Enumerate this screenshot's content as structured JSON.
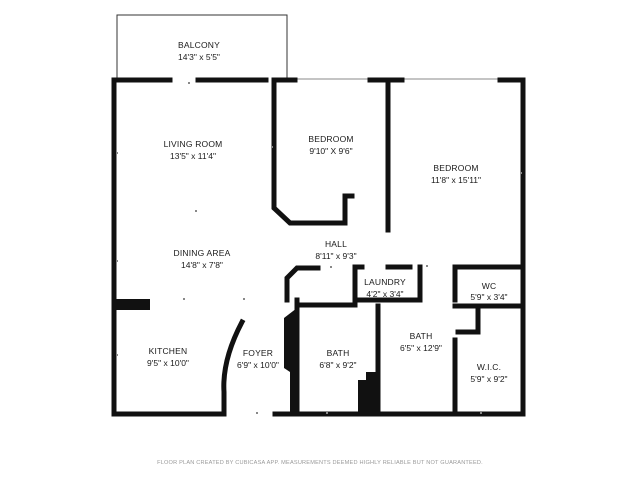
{
  "rooms": [
    {
      "id": "balcony",
      "name": "BALCONY",
      "dims": "14'3\" x 5'5\""
    },
    {
      "id": "living",
      "name": "LIVING ROOM",
      "dims": "13'5\" x 11'4\""
    },
    {
      "id": "bedroom1",
      "name": "BEDROOM",
      "dims": "9'10\" X 9'6\""
    },
    {
      "id": "bedroom2",
      "name": "BEDROOM",
      "dims": "11'8\" x 15'11\""
    },
    {
      "id": "dining",
      "name": "DINING AREA",
      "dims": "14'8\" x 7'8\""
    },
    {
      "id": "hall",
      "name": "HALL",
      "dims": "8'11\" x 9'3\""
    },
    {
      "id": "laundry",
      "name": "LAUNDRY",
      "dims": "4'2\" x 3'4\""
    },
    {
      "id": "wc",
      "name": "WC",
      "dims": "5'9\" x 3'4\""
    },
    {
      "id": "bath2",
      "name": "BATH",
      "dims": "6'5\" x 12'9\""
    },
    {
      "id": "kitchen",
      "name": "KITCHEN",
      "dims": "9'5\" x 10'0\""
    },
    {
      "id": "foyer",
      "name": "FOYER",
      "dims": "6'9\" x 10'0\""
    },
    {
      "id": "bath1",
      "name": "BATH",
      "dims": "6'8\" x 9'2\""
    },
    {
      "id": "wic",
      "name": "W.I.C.",
      "dims": "5'9\" x 9'2\""
    }
  ],
  "footer": "FLOOR PLAN CREATED BY CUBICASA APP. MEASUREMENTS DEEMED HIGHLY RELIABLE BUT NOT GUARANTEED.",
  "colors": {
    "wall": "#111111",
    "window": "#bdbdbd",
    "text": "#1a1a1a",
    "footer": "#9a9a9a"
  }
}
